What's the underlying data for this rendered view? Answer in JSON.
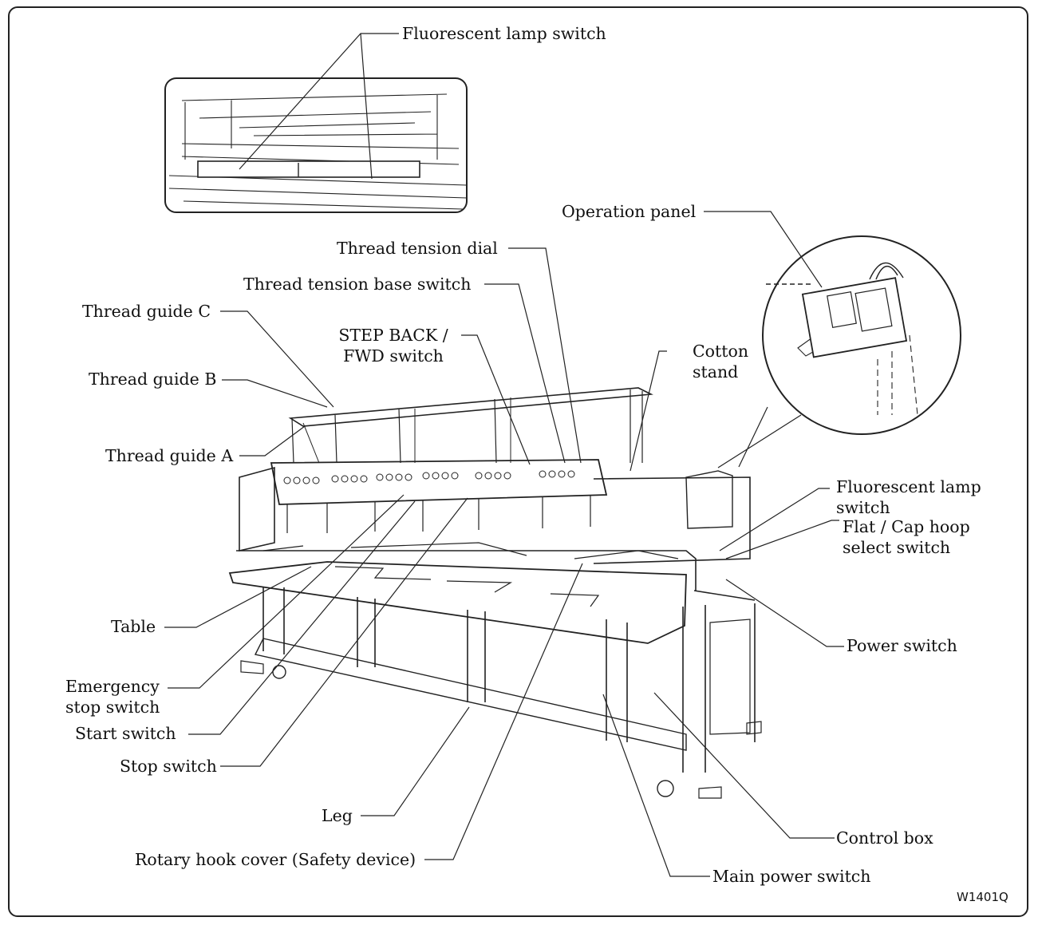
{
  "labels": {
    "fluorescent_lamp_switch_top": "Fluorescent lamp switch",
    "operation_panel": "Operation panel",
    "thread_tension_dial": "Thread tension dial",
    "thread_tension_base_switch": "Thread tension base switch",
    "thread_guide_c": "Thread guide C",
    "step_back_fwd_switch": "STEP BACK / FWD switch",
    "cotton_stand": "Cotton stand",
    "thread_guide_b": "Thread guide B",
    "thread_guide_a": "Thread guide A",
    "fluorescent_lamp_switch_right": "Fluorescent lamp switch",
    "flat_cap_hoop_select_switch": "Flat / Cap hoop select switch",
    "table": "Table",
    "power_switch": "Power switch",
    "emergency_stop_switch": "Emergency stop switch",
    "start_switch": "Start switch",
    "stop_switch": "Stop switch",
    "leg": "Leg",
    "control_box": "Control box",
    "rotary_hook_cover": "Rotary hook cover (Safety device)",
    "main_power_switch": "Main power switch"
  },
  "figure_code": "W1401Q"
}
